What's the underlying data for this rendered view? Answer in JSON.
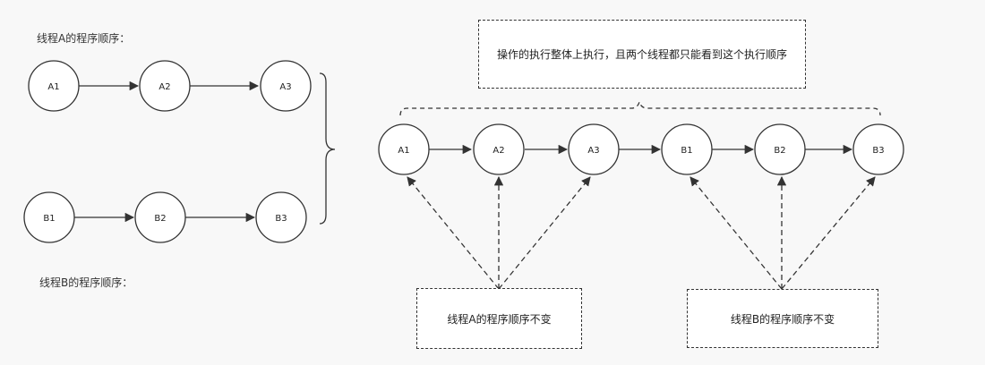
{
  "title_thread_a": "线程A的程序顺序：",
  "title_thread_b": "线程B的程序顺序：",
  "thread_a_nodes": [
    "A1",
    "A2",
    "A3"
  ],
  "thread_b_nodes": [
    "B1",
    "B2",
    "B3"
  ],
  "merged_nodes": [
    "A1",
    "A2",
    "A3",
    "B1",
    "B2",
    "B3"
  ],
  "overall_note": "操作的执行整体上执行，且两个线程都只能看到这个执行顺序",
  "thread_a_note": "线程A的程序顺序不变",
  "thread_b_note": "线程B的程序顺序不变",
  "colors": {
    "stroke": "#333333",
    "node_fill": "#ffffff",
    "background": "#f8f8f8"
  }
}
